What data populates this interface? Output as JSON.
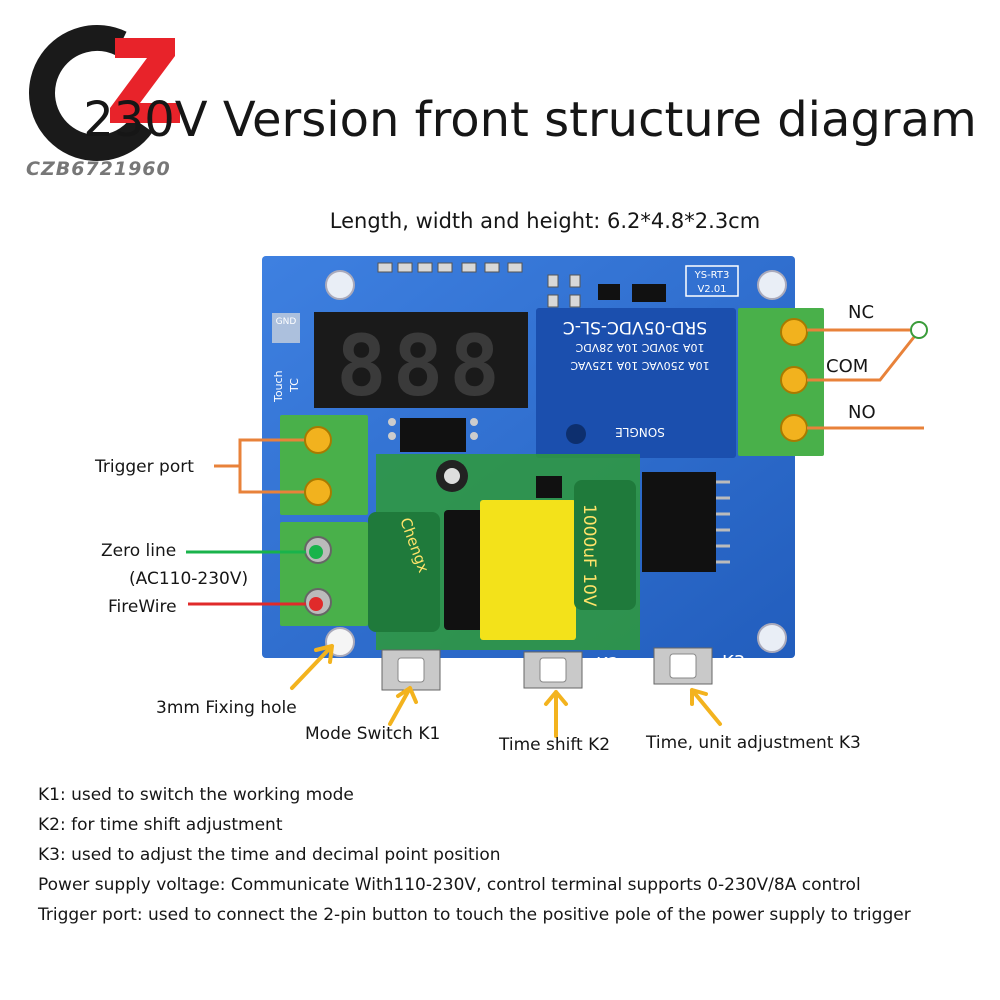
{
  "logo": {
    "text": "CZB6721960"
  },
  "title": "230V Version front structure diagram",
  "dimensions": "Length, width and height: 6.2*4.8*2.3cm",
  "board": {
    "model_label": "YS-RT3",
    "version_label": "V2.01",
    "gnd_label": "GND",
    "touch_label": "Touch",
    "tc_label": "TC",
    "relay_text": "SRD-05VDC-SL-C",
    "relay_specs": [
      "10A 250VAC 10A 125VAC",
      "10A 30VDC 10A 28VDC"
    ],
    "relay_brand": "SONGLE",
    "cap_text": "1000uF 10V",
    "cap_brand": "Chengx",
    "display_text": "888",
    "button_k2_label": "K2",
    "button_k3_label": "K3",
    "colors": {
      "pcb": "#2f6fd0",
      "relay": "#1b4fae",
      "terminal": "#49b04a",
      "cap": "#1f7a3b",
      "transformer": "#f3e21a",
      "callout_orange": "#e8823a",
      "wire_green": "#19b34b",
      "wire_red": "#e02a2a"
    }
  },
  "callouts": {
    "trigger_port": "Trigger port",
    "zero_line": "Zero line",
    "zero_line_range": "(AC110-230V)",
    "firewire": "FireWire",
    "fixing_hole": "3mm Fixing hole",
    "mode_switch": "Mode Switch K1",
    "time_shift": "Time shift K2",
    "time_unit": "Time, unit adjustment K3",
    "nc": "NC",
    "com": "COM",
    "no": "NO"
  },
  "notes": [
    "K1: used to switch the working mode",
    "K2: for time shift adjustment",
    "K3: used to adjust the time and decimal point position",
    "Power supply voltage: Communicate With110-230V, control terminal supports 0-230V/8A control",
    "Trigger port: used to connect the 2-pin button to touch the positive pole of the power supply to trigger"
  ]
}
